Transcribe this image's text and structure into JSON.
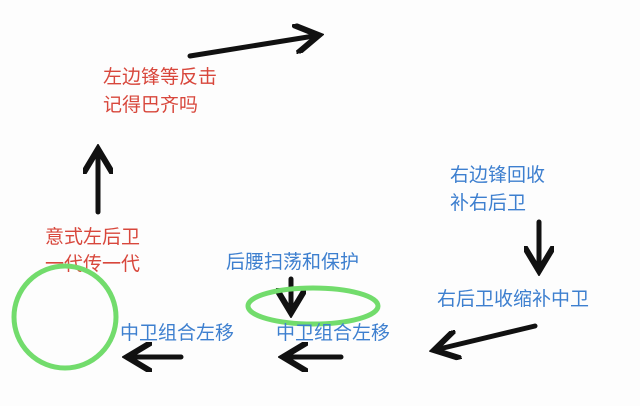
{
  "labels": {
    "lw_counter_1": "左边锋等反击",
    "lw_counter_2": "记得巴齐吗",
    "italian_lb_1": "意式左后卫",
    "italian_lb_2": "一代传一代",
    "cb_shift_left_a": "中卫组合左移",
    "dm_sweep": "后腰扫荡和保护",
    "cb_shift_left_b": "中卫组合左移",
    "rw_track_1": "右边锋回收",
    "rw_track_2": "补右后卫",
    "rb_tuck": "右后卫收缩补中卫"
  },
  "colors": {
    "red": "#d8473c",
    "blue": "#3d7fcf",
    "green": "#72dc6c",
    "arrow": "#111111"
  }
}
